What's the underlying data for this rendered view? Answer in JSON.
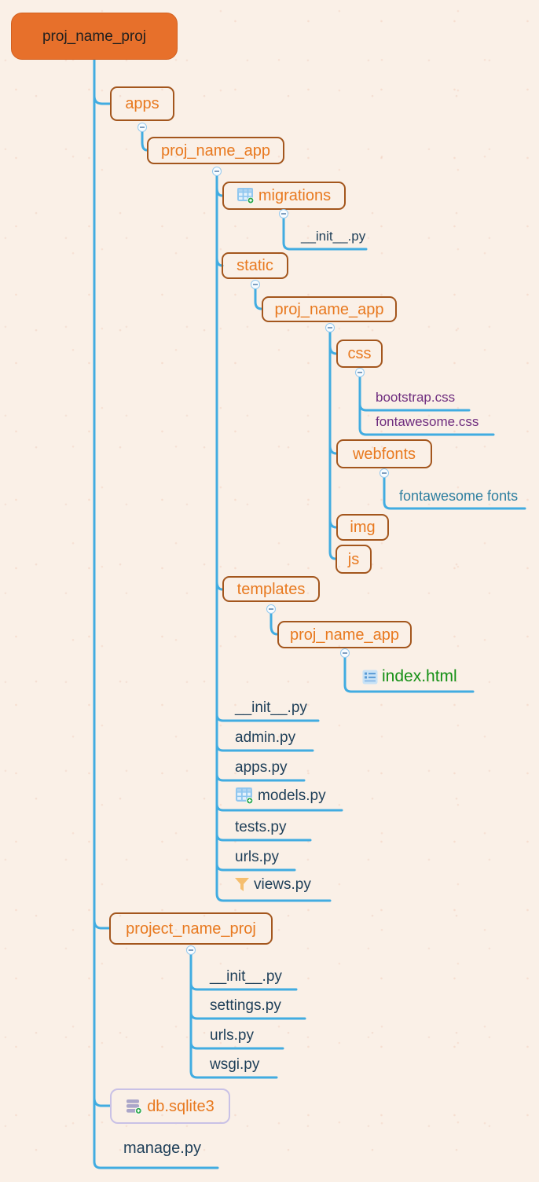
{
  "diagram_title": "proj_name_proj",
  "colors": {
    "root_fill_orange": "#e7702b",
    "folder_border_brown": "#a3561d",
    "folder_label_orange": "#e8791f",
    "connector_blue": "#41ace1",
    "file_text_navy": "#1d3e58",
    "css_file_purple": "#6e2c7e",
    "fonts_file_teal": "#2e7fa0",
    "html_file_green": "#159015",
    "db_border_lavender": "#c9c1e6",
    "background_cream": "#faf0e7"
  },
  "nodes": {
    "root": {
      "label": "proj_name_proj"
    },
    "apps": {
      "label": "apps"
    },
    "proj_name_app_1": {
      "label": "proj_name_app"
    },
    "migrations": {
      "label": "migrations",
      "icon": "table-add-icon"
    },
    "migrations_init": {
      "label": "__init__.py"
    },
    "static": {
      "label": "static"
    },
    "proj_name_app_2": {
      "label": "proj_name_app"
    },
    "css": {
      "label": "css"
    },
    "bootstrap_css": {
      "label": "bootstrap.css"
    },
    "fontawesome_css": {
      "label": "fontawesome.css"
    },
    "webfonts": {
      "label": "webfonts"
    },
    "fontawesome_fonts": {
      "label": "fontawesome fonts"
    },
    "img": {
      "label": "img"
    },
    "js": {
      "label": "js"
    },
    "templates": {
      "label": "templates"
    },
    "proj_name_app_3": {
      "label": "proj_name_app"
    },
    "index_html": {
      "label": "index.html",
      "icon": "form-icon"
    },
    "app_init": {
      "label": "__init__.py"
    },
    "admin_py": {
      "label": "admin.py"
    },
    "apps_py": {
      "label": "apps.py"
    },
    "models_py": {
      "label": "models.py",
      "icon": "table-add-icon"
    },
    "tests_py": {
      "label": "tests.py"
    },
    "urls_py": {
      "label": "urls.py"
    },
    "views_py": {
      "label": "views.py",
      "icon": "funnel-icon"
    },
    "project_name_proj": {
      "label": "project_name_proj"
    },
    "proj_init": {
      "label": "__init__.py"
    },
    "settings_py": {
      "label": "settings.py"
    },
    "proj_urls_py": {
      "label": "urls.py"
    },
    "wsgi_py": {
      "label": "wsgi.py"
    },
    "db_sqlite3": {
      "label": "db.sqlite3",
      "icon": "database-add-icon"
    },
    "manage_py": {
      "label": "manage.py"
    }
  }
}
